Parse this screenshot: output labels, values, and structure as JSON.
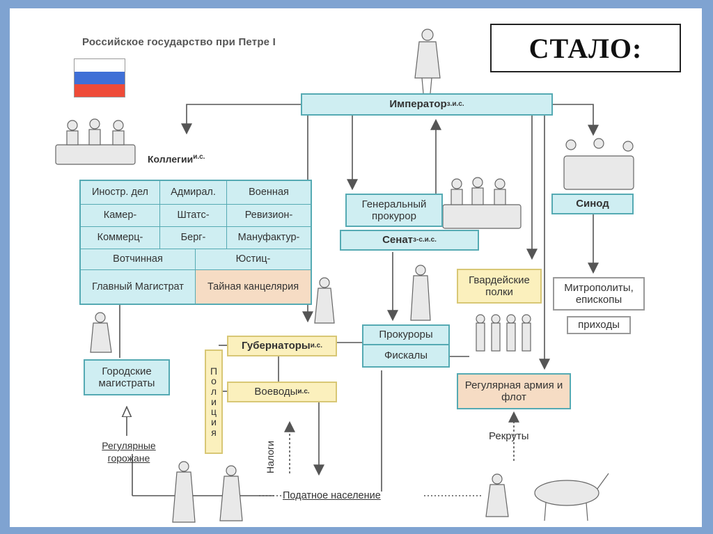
{
  "title": "Российское государство при Петре I",
  "stalo": "СТАЛО:",
  "flag_colors": [
    "#ffffff",
    "#3f6fd6",
    "#ee4b38"
  ],
  "emperor": {
    "label": "Император",
    "sup": "з.и.с."
  },
  "collegia": {
    "label": "Коллегии",
    "sup": "и.с.",
    "row1": [
      "Иностр. дел",
      "Адмирал.",
      "Военная"
    ],
    "row2": [
      "Камер-",
      "Штатс-",
      "Ревизион-"
    ],
    "row3": [
      "Коммерц-",
      "Берг-",
      "Мануфактур-"
    ],
    "row4": [
      "Вотчинная",
      "Юстиц-"
    ],
    "main_magistrat": "Главный Магистрат",
    "secret_office": "Тайная канцелярия"
  },
  "gen_prosecutor": "Генеральный прокурор",
  "senate": {
    "label": "Сенат",
    "sup": "з-с.и.с."
  },
  "synod": "Синод",
  "metropolitans": "Митрополиты, епископы",
  "parishes": "приходы",
  "guards": "Гвардейские полки",
  "army": "Регулярная армия и флот",
  "recruits": "Рекруты",
  "prosecutors": "Прокуроры",
  "fiscals": "Фискалы",
  "governors": {
    "label": "Губернаторы",
    "sup": "и.с."
  },
  "voevody": {
    "label": "Воеводы",
    "sup": "и.с."
  },
  "police": [
    "П",
    "о",
    "л",
    "и",
    "ц",
    "и",
    "я"
  ],
  "city_magistrates": "Городские магистраты",
  "regular_citizens": "Регулярные горожане",
  "taxes": "Налоги",
  "tax_population": "Податное население"
}
